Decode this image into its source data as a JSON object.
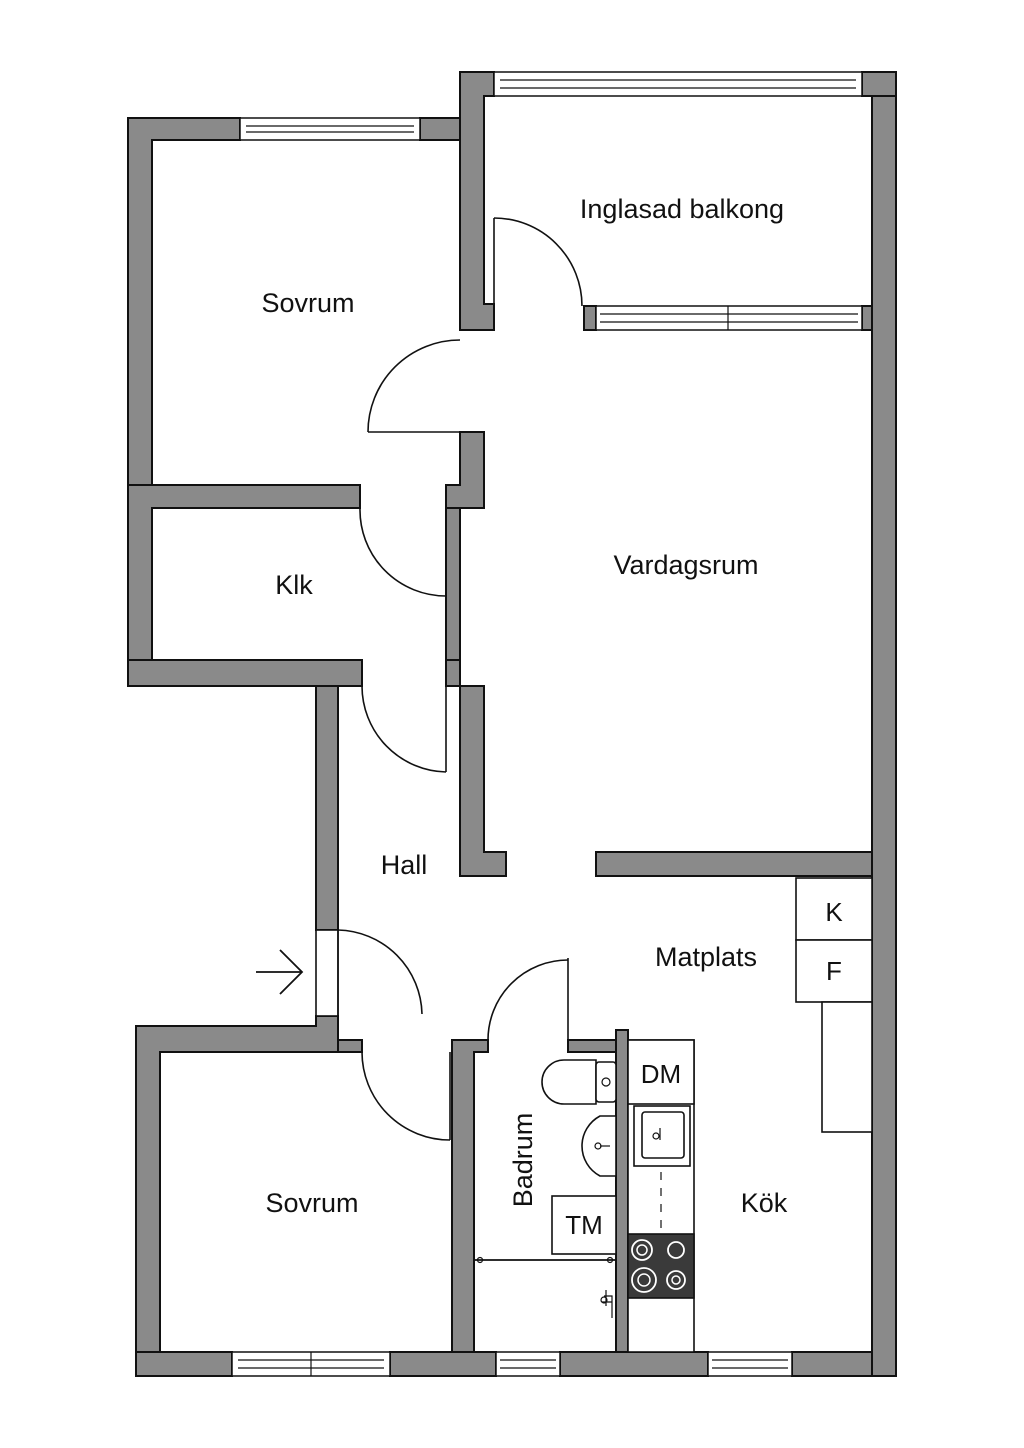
{
  "rooms": {
    "sovrum_top": "Sovrum",
    "balkong": "Inglasad balkong",
    "klk": "Klk",
    "vardagsrum": "Vardagsrum",
    "hall": "Hall",
    "matplats": "Matplats",
    "sovrum_bottom": "Sovrum",
    "badrum": "Badrum",
    "kok": "Kök"
  },
  "fixtures": {
    "kyl": "K",
    "frys": "F",
    "diskmaskin": "DM",
    "tvattmaskin": "TM"
  },
  "colors": {
    "wall": "#8a8a8a",
    "line": "#111111",
    "stove": "#3a3a3a"
  },
  "icons": {
    "entrance": "arrow-right-icon"
  }
}
